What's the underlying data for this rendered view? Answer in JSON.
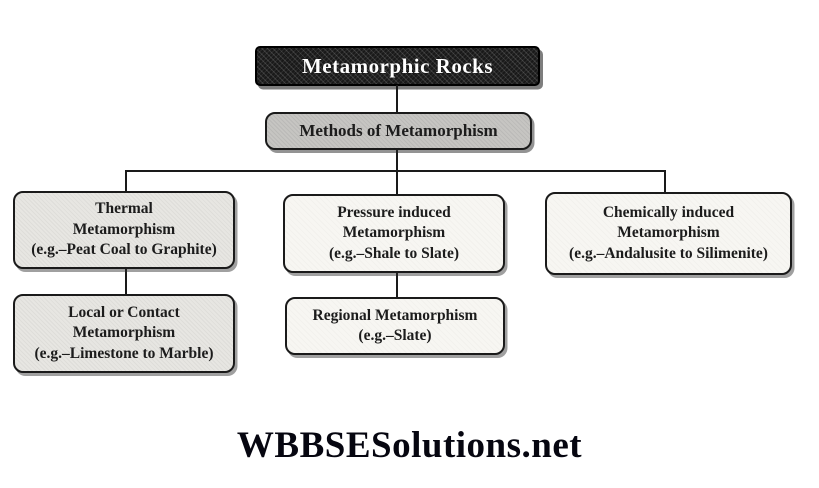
{
  "diagram": {
    "root": {
      "label": "Metamorphic Rocks"
    },
    "methods": {
      "label": "Methods of Metamorphism"
    },
    "branches": {
      "thermal": {
        "line1": "Thermal",
        "line2": "Metamorphism",
        "example": "(e.g.–Peat Coal to Graphite)"
      },
      "pressure": {
        "line1": "Pressure induced",
        "line2": "Metamorphism",
        "example": "(e.g.–Shale to Slate)"
      },
      "chemical": {
        "line1": "Chemically induced",
        "line2": "Metamorphism",
        "example": "(e.g.–Andalusite to Silimenite)"
      },
      "local": {
        "line1": "Local or Contact",
        "line2": "Metamorphism",
        "example": "(e.g.–Limestone to Marble)"
      },
      "regional": {
        "line1": "Regional Metamorphism",
        "example": "(e.g.–Slate)"
      }
    }
  },
  "watermark": {
    "text": "WBBSESolutions.net"
  },
  "colors": {
    "root_box_bg": "#191919",
    "root_box_text": "#ffffff",
    "methods_box_bg": "#c6c5c2",
    "shaded_box_bg": "#e7e6e2",
    "light_box_bg": "#f7f6f2",
    "border": "#1a1a1a",
    "connector": "#1a1a1a",
    "text": "#1c1c1c",
    "background": "#ffffff"
  }
}
